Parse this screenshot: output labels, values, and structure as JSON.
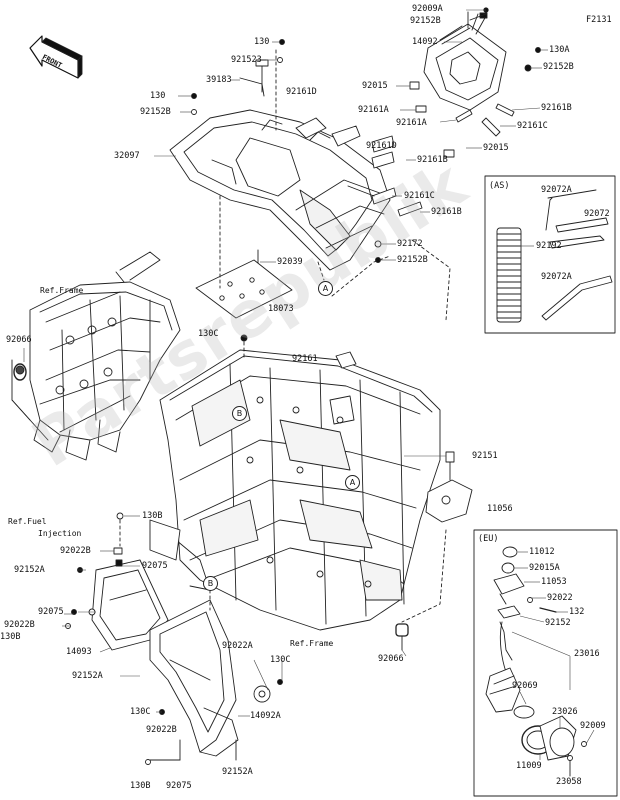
{
  "diagram_code": "F2131",
  "front_badge": "FRONT",
  "watermark": "Partsrepublik",
  "box_as_label": "(AS)",
  "box_eu_label": "(EU)",
  "callouts": {
    "a": "A",
    "b": "B"
  },
  "labels": {
    "l92009A": "92009A",
    "l92152B_top": "92152B",
    "l14092": "14092",
    "l130A": "130A",
    "l92152B_r": "92152B",
    "l92015_top": "92015",
    "l92161B_r": "92161B",
    "l92161A_a": "92161A",
    "l92161A_b": "92161A",
    "l92161C_r": "92161C",
    "l92015_mid": "92015",
    "l92161B_mid": "92161B",
    "l130_top": "130",
    "l921523": "921523",
    "l39183": "39183",
    "l92161D_a": "92161D",
    "l130_left": "130",
    "l92152B_left": "92152B",
    "l32097": "32097",
    "l92161D_b": "92161D",
    "l92161C_mid": "92161C",
    "l92161B_low": "92161B",
    "l92172": "92172",
    "l92152B_low": "92152B",
    "l92039": "92039",
    "l18073": "18073",
    "l92072A_a": "92072A",
    "l92072": "92072",
    "l92192": "92192",
    "l92072A_b": "92072A",
    "l92066_left": "92066",
    "l130C_top": "130C",
    "l92161_mid": "92161",
    "l92151": "92151",
    "l11056": "11056",
    "l130B_a": "130B",
    "l92022B_a": "92022B",
    "l92152A_a": "92152A",
    "l92075_a": "92075",
    "l92075_b": "92075",
    "l92022B_b": "92022B",
    "l130B_b": "130B",
    "l14093": "14093",
    "l92152A_b": "92152A",
    "l92022A": "92022A",
    "l130C_mid": "130C",
    "l14092A": "14092A",
    "l130C_low": "130C",
    "l92022B_c": "92022B",
    "l130B_c": "130B",
    "l92075_c": "92075",
    "l92152A_c": "92152A",
    "l92066_right": "92066",
    "l11012": "11012",
    "l92015A": "92015A",
    "l11053": "11053",
    "l92022": "92022",
    "l132": "132",
    "l92152": "92152",
    "l23016": "23016",
    "l92069": "92069",
    "l23026": "23026",
    "l92009": "92009",
    "l11009": "11009",
    "l23058": "23058"
  },
  "ref_labels": {
    "ref_frame_top": "Ref.Frame",
    "ref_fuel_1": "Ref.Fuel",
    "ref_fuel_2": "Injection",
    "ref_frame_bottom": "Ref.Frame"
  }
}
